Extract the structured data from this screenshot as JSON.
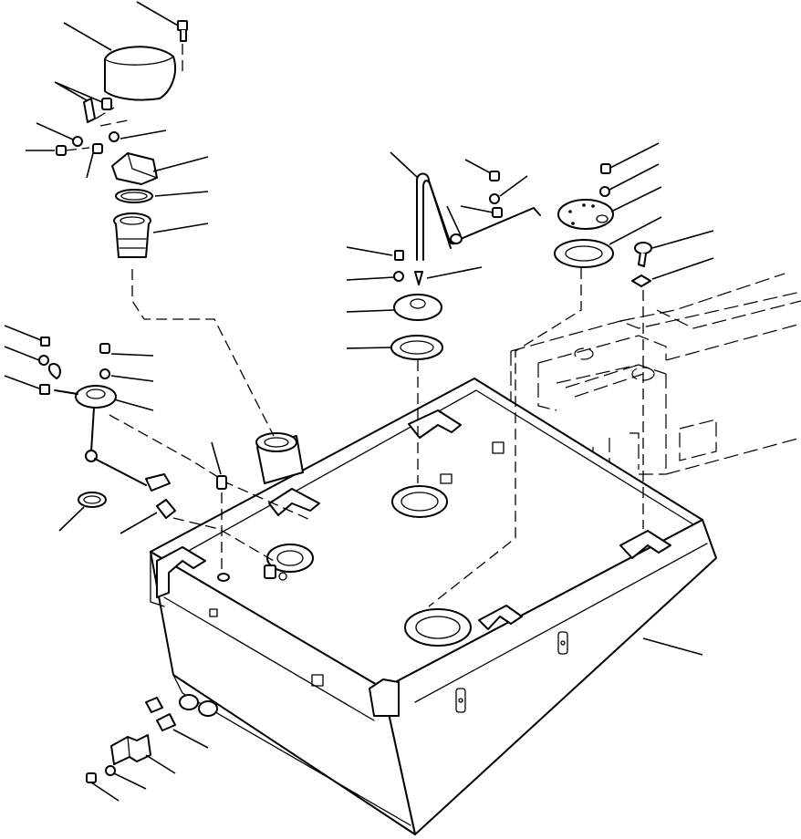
{
  "diagram": {
    "colors": {
      "line": "#000000",
      "background": "#ffffff"
    },
    "parts": [
      "fuel-tank",
      "filler-cap",
      "filler-neck",
      "filler-strainer",
      "gasket",
      "fuel-gauge-sender",
      "sender-float-arm",
      "suction-pipe",
      "cover-plate",
      "return-line-tube",
      "drain-valve",
      "bracket",
      "cap-screw",
      "washer",
      "nut",
      "machine-frame"
    ]
  }
}
